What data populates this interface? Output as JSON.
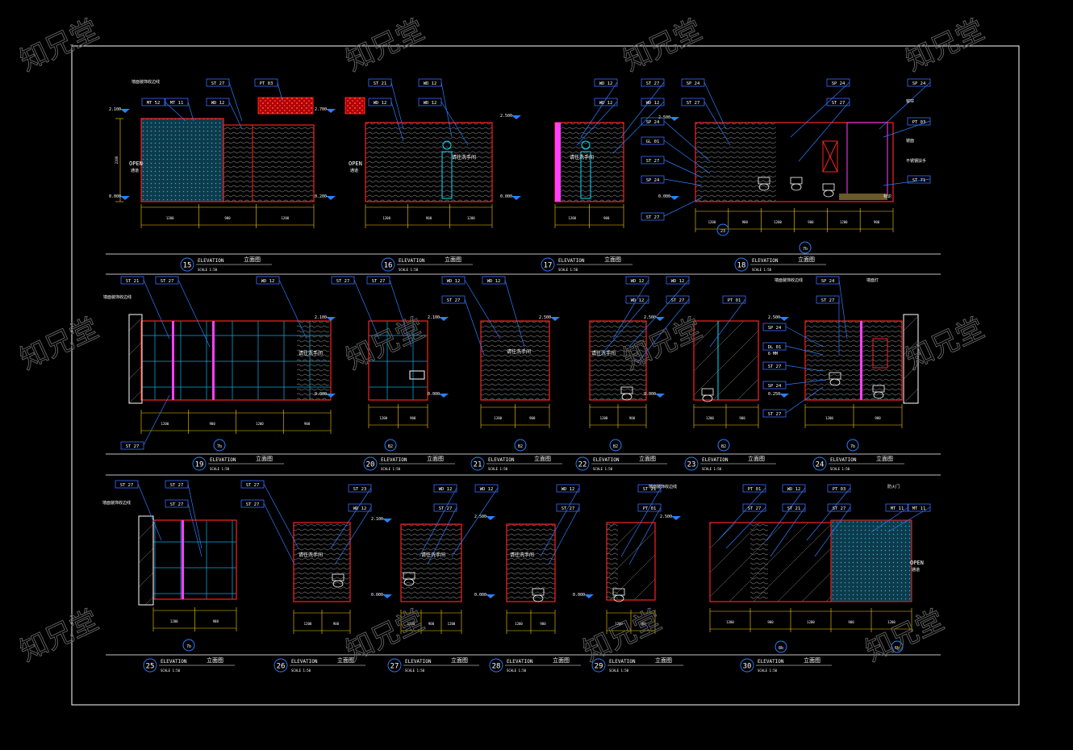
{
  "drawing": {
    "watermark": "知兄堂",
    "title_word": "ELEVATION",
    "title_cn": "立面图",
    "scale_text": "SCALE 1:50",
    "colors": {
      "background": "#000000",
      "frame": "#ffffff",
      "wall": "#ff2020",
      "leader": "#2a7fff",
      "tag": "#3a6cff",
      "dimension": "#ffd200",
      "hatch": "#7a7a7a",
      "tile": "#0aa0d0",
      "magenta": "#ff40ff",
      "cyan": "#00e0ff",
      "white": "#ffffff"
    },
    "row_titles": [
      [
        "15",
        "16",
        "17",
        "18"
      ],
      [
        "19",
        "20",
        "21",
        "22",
        "23",
        "24"
      ],
      [
        "25",
        "26",
        "27",
        "28",
        "29",
        "30"
      ]
    ],
    "labels": {
      "open": "OPEN",
      "open_cn": "通道",
      "lvl_2100": "2.100",
      "lvl_2700": "2.700",
      "lvl_2500": "2.500",
      "lvl_0": "0.000",
      "lvl_0200": "0.200",
      "lvl_0250": "0.250",
      "note_basin": "请往洗手间",
      "note_glass": "请往洗手间",
      "note_corner": "墙面装饰收边线",
      "note_lamp": "墙面灯",
      "note_door": "防火门",
      "note_window": "窗帘",
      "note_mirror": "镜面",
      "note_grab": "不锈钢扶手",
      "note_sign": "标识",
      "grid_7b": "7b",
      "grid_23": "23",
      "grid_B2": "B2",
      "grid_7b2": "7b",
      "grid_8b": "8b",
      "grid_6b": "6b",
      "dim_note": "6 MM",
      "gl01": "GL 01"
    },
    "tags": [
      "ST 27",
      "PT 03",
      "ST 21",
      "WD 12",
      "SP 24",
      "MT 52",
      "MT 11",
      "PT 01",
      "ST 23",
      "ST 71",
      "GL 01",
      "DL 01"
    ]
  }
}
